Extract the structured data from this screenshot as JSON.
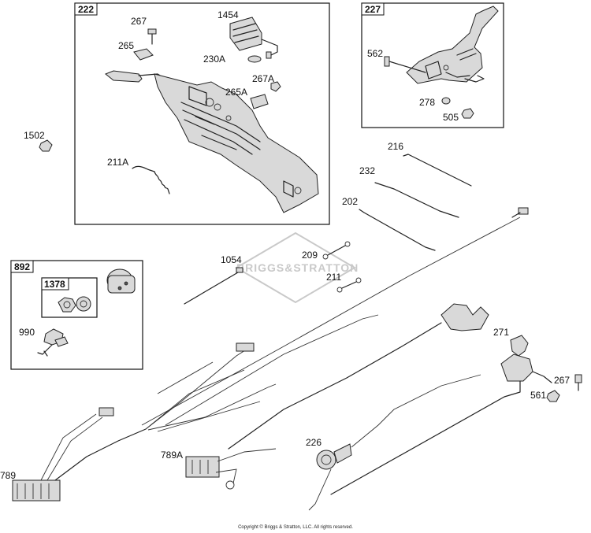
{
  "diagram": {
    "watermark": "BRIGGS&STRATTON",
    "copyright": "Copyright © Briggs & Stratton, LLC. All rights reserved.",
    "boxes": [
      {
        "id": "222",
        "label": "222"
      },
      {
        "id": "227",
        "label": "227"
      },
      {
        "id": "892",
        "label": "892"
      },
      {
        "id": "1378",
        "label": "1378"
      }
    ],
    "labels": [
      {
        "id": "267a",
        "text": "267"
      },
      {
        "id": "1454",
        "text": "1454"
      },
      {
        "id": "265",
        "text": "265"
      },
      {
        "id": "230A",
        "text": "230A"
      },
      {
        "id": "267A",
        "text": "267A"
      },
      {
        "id": "265A",
        "text": "265A"
      },
      {
        "id": "211A",
        "text": "211A"
      },
      {
        "id": "562",
        "text": "562"
      },
      {
        "id": "278",
        "text": "278"
      },
      {
        "id": "505",
        "text": "505"
      },
      {
        "id": "1502",
        "text": "1502"
      },
      {
        "id": "216",
        "text": "216"
      },
      {
        "id": "232",
        "text": "232"
      },
      {
        "id": "202",
        "text": "202"
      },
      {
        "id": "1054",
        "text": "1054"
      },
      {
        "id": "209",
        "text": "209"
      },
      {
        "id": "211",
        "text": "211"
      },
      {
        "id": "990",
        "text": "990"
      },
      {
        "id": "271",
        "text": "271"
      },
      {
        "id": "267b",
        "text": "267"
      },
      {
        "id": "561",
        "text": "561"
      },
      {
        "id": "226",
        "text": "226"
      },
      {
        "id": "789A",
        "text": "789A"
      },
      {
        "id": "789",
        "text": "789"
      }
    ]
  }
}
